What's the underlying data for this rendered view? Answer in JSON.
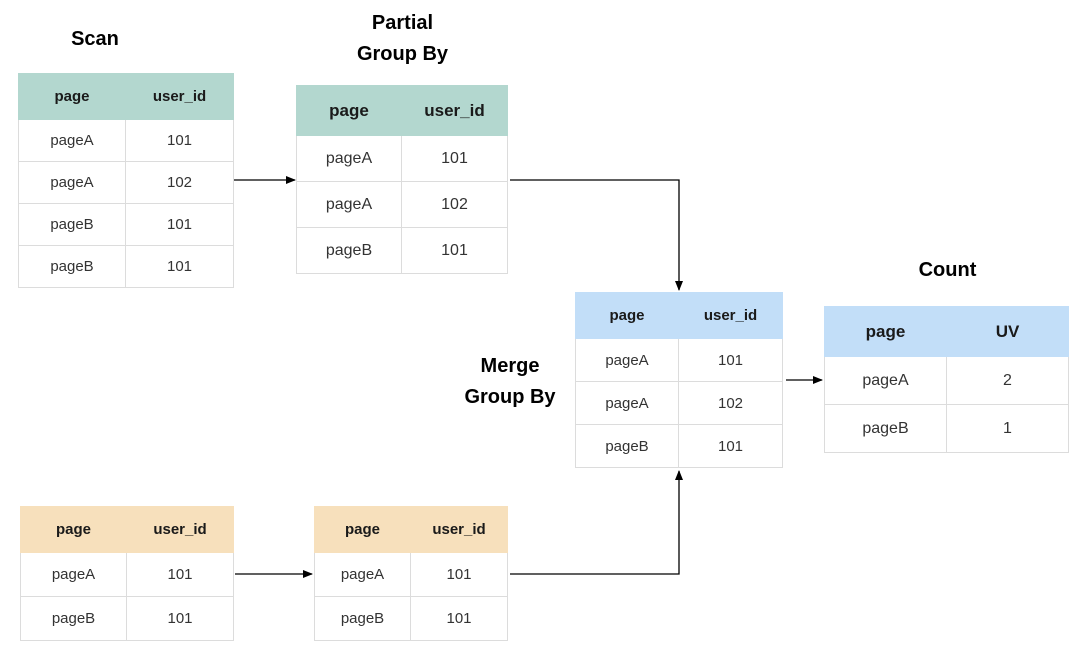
{
  "labels": {
    "scan": "Scan",
    "partial_line1": "Partial",
    "partial_line2": "Group By",
    "merge_line1": "Merge",
    "merge_line2": "Group By",
    "count": "Count"
  },
  "tables": {
    "scan": {
      "headers": [
        "page",
        "user_id"
      ],
      "rows": [
        [
          "pageA",
          "101"
        ],
        [
          "pageA",
          "102"
        ],
        [
          "pageB",
          "101"
        ],
        [
          "pageB",
          "101"
        ]
      ]
    },
    "partial_top": {
      "headers": [
        "page",
        "user_id"
      ],
      "rows": [
        [
          "pageA",
          "101"
        ],
        [
          "pageA",
          "102"
        ],
        [
          "pageB",
          "101"
        ]
      ]
    },
    "merge": {
      "headers": [
        "page",
        "user_id"
      ],
      "rows": [
        [
          "pageA",
          "101"
        ],
        [
          "pageA",
          "102"
        ],
        [
          "pageB",
          "101"
        ]
      ]
    },
    "count": {
      "headers": [
        "page",
        "UV"
      ],
      "rows": [
        [
          "pageA",
          "2"
        ],
        [
          "pageB",
          "1"
        ]
      ]
    },
    "source_bottom": {
      "headers": [
        "page",
        "user_id"
      ],
      "rows": [
        [
          "pageA",
          "101"
        ],
        [
          "pageB",
          "101"
        ]
      ]
    },
    "partial_bottom": {
      "headers": [
        "page",
        "user_id"
      ],
      "rows": [
        [
          "pageA",
          "101"
        ],
        [
          "pageB",
          "101"
        ]
      ]
    }
  },
  "colors": {
    "teal_header": "#b3d7cf",
    "blue_header": "#c2def8",
    "orange_header": "#f7e0bc",
    "arrow": "#000000"
  }
}
